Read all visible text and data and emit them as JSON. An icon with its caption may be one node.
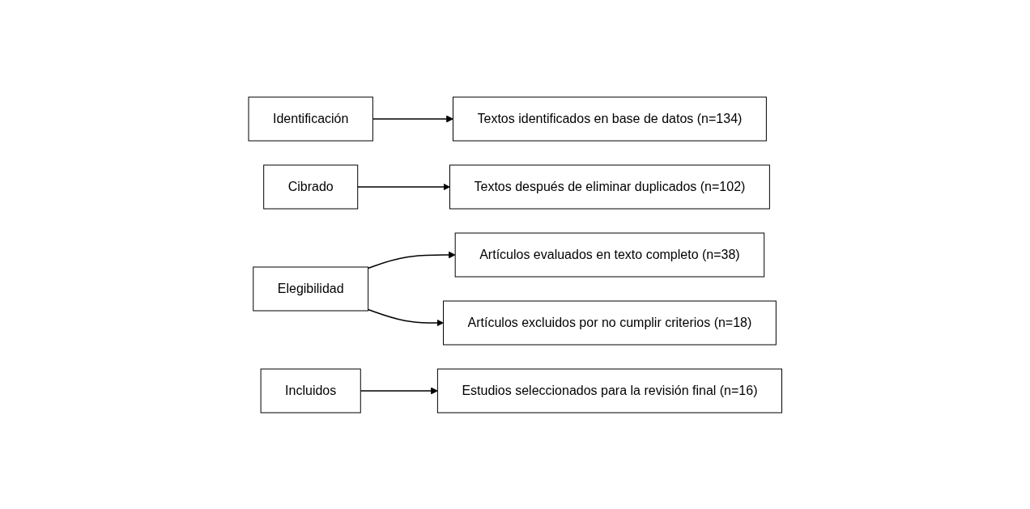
{
  "diagram": {
    "nodes": [
      {
        "text": [
          "Identificación"
        ]
      },
      {
        "text": [
          "Textos identificados en base de datos (n=134)"
        ]
      },
      {
        "text": [
          "Cibrado"
        ]
      },
      {
        "text": [
          "Textos después de eliminar duplicados (n=102)"
        ]
      },
      {
        "text": [
          "Elegibilidad"
        ]
      },
      {
        "text": [
          "Artículos evaluados en texto completo (n=38)"
        ]
      },
      {
        "text": [
          "Artículos excluidos por no cumplir criterios (n=18)"
        ]
      },
      {
        "text": [
          "Incluidos"
        ]
      },
      {
        "text": [
          "Estudios seleccionados para la revisión final (n=16)"
        ]
      }
    ],
    "edges": [
      {
        "from": 0,
        "to": 1,
        "arrow": "to"
      },
      {
        "from": 2,
        "to": 3,
        "arrow": "to"
      },
      {
        "from": 4,
        "to": 5,
        "arrow": "to"
      },
      {
        "from": 4,
        "to": 6,
        "arrow": "to"
      },
      {
        "from": 7,
        "to": 8,
        "arrow": "to"
      }
    ]
  }
}
